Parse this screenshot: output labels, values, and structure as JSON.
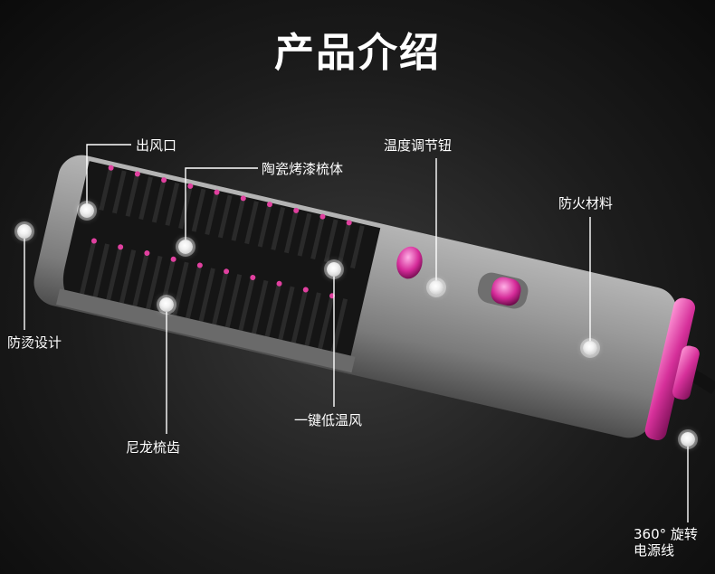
{
  "title": "产品介绍",
  "labels": {
    "air_outlet": "出风口",
    "ceramic_body": "陶瓷烤漆梳体",
    "temp_knob": "温度调节钮",
    "fireproof": "防火材料",
    "anti_scald": "防烫设计",
    "one_key_low": "一键低温风",
    "nylon_teeth": "尼龙梳齿",
    "cord_line1": "360° 旋转",
    "cord_line2": "电源线"
  },
  "colors": {
    "background": "#1c1c1c",
    "body": "#8a8a8a",
    "accent": "#e040a8",
    "text": "#ffffff"
  }
}
